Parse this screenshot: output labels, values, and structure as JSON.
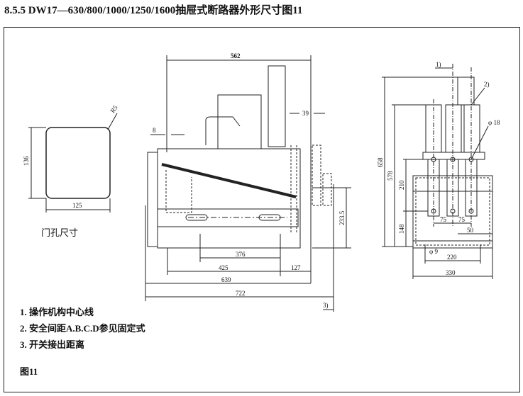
{
  "title": "8.5.5  DW17—630/800/1000/1250/1600抽屉式断路器外形尺寸图11",
  "door_hole": {
    "caption": "门孔尺寸",
    "height": "136",
    "width": "125",
    "radius": "R5"
  },
  "side_view": {
    "dims": {
      "top": "562",
      "gap": "39",
      "left": "8",
      "d376": "376",
      "d425": "425",
      "d127": "127",
      "d639": "639",
      "d722": "722",
      "h233": "233.5",
      "ref3": "3)"
    }
  },
  "front_view": {
    "dims": {
      "h658": "658",
      "h578": "578",
      "h210": "210",
      "h148": "148",
      "p75a": "75",
      "p75b": "75",
      "d50": "50",
      "d220": "220",
      "d330": "330",
      "phi18": "φ 18",
      "phi9": "φ 9",
      "ref1": "1)",
      "ref2": "2)"
    }
  },
  "notes": [
    "1. 操作机构中心线",
    "2. 安全间距A.B.C.D参见固定式",
    "3. 开关接出距离"
  ],
  "figure_label": "图11"
}
